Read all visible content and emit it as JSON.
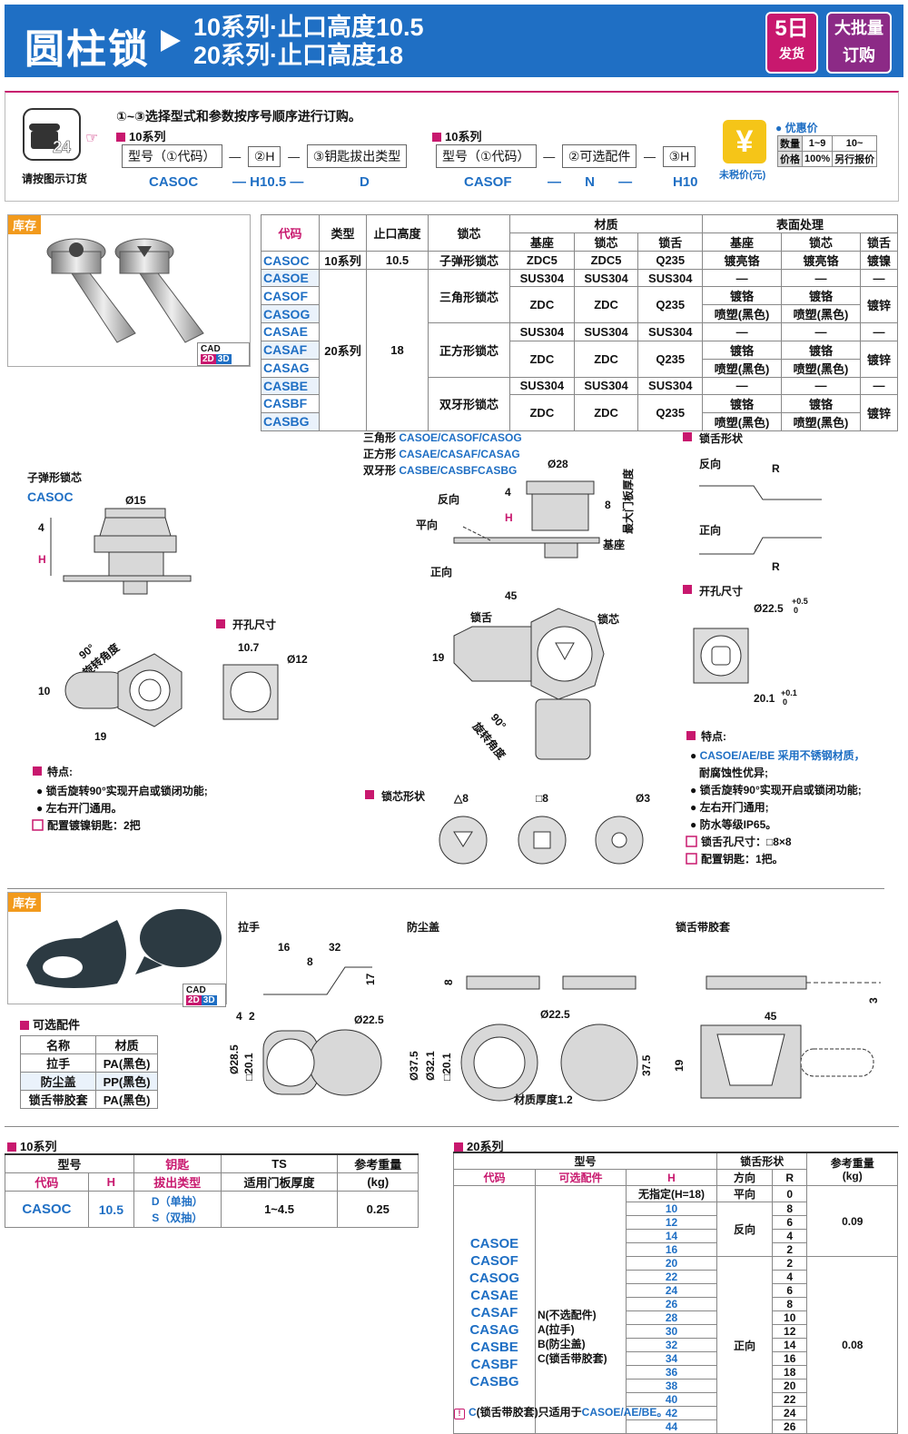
{
  "header": {
    "title": "圆柱锁",
    "sub1": "10系列·止口高度10.5",
    "sub2": "20系列·止口高度18",
    "badge5_a": "5日",
    "badge5_b": "发货",
    "badge_big_a": "大批量",
    "badge_big_b": "订购"
  },
  "order": {
    "phone_label": "请按图示订货",
    "instruction": "①~③选择型式和参数按序号顺序进行订购。",
    "s10_title": "10系列",
    "s10_boxes": [
      "型号（①代码）",
      "②H",
      "③钥匙拔出类型"
    ],
    "s10_example": [
      "CASOC",
      "H10.5",
      "D"
    ],
    "s20_title": "10系列",
    "s20_boxes": [
      "型号（①代码）",
      "②可选配件",
      "③H"
    ],
    "s20_example": [
      "CASOF",
      "N",
      "H10"
    ],
    "price_title": "优惠价",
    "price_qty": "数量",
    "price_q1": "1~9",
    "price_q2": "10~",
    "price_price": "价格",
    "price_p1": "100%",
    "price_p2": "另行报价",
    "price_tax": "未税价(元)"
  },
  "stock1": "库存",
  "cad": "CAD",
  "main_table": {
    "headers": [
      "代码",
      "类型",
      "止口高度",
      "锁芯",
      "材质",
      "表面处理"
    ],
    "sub_headers": [
      "基座",
      "锁芯",
      "锁舌",
      "基座",
      "锁芯",
      "锁舌"
    ],
    "codes": [
      "CASOC",
      "CASOE",
      "CASOF",
      "CASOG",
      "CASAE",
      "CASAF",
      "CASAG",
      "CASBE",
      "CASBF",
      "CASBG"
    ],
    "r0": [
      "10系列",
      "10.5",
      "子弹形锁芯",
      "ZDC5",
      "ZDC5",
      "Q235",
      "镀亮铬",
      "镀亮铬",
      "镀镍"
    ],
    "series20": "20系列",
    "h18": "18",
    "triangle": "三角形锁芯",
    "square": "正方形锁芯",
    "double": "双牙形锁芯",
    "sus": "SUS304",
    "zdc": "ZDC",
    "q235": "Q235",
    "dash": "—",
    "plate1": "镀铬",
    "plate2": "喷塑(黑色)",
    "zinc": "镀锌"
  },
  "drawing1": {
    "title": "子弹形锁芯",
    "code": "CASOC",
    "d15": "Ø15",
    "h4": "4",
    "H": "H",
    "angle90": "90°",
    "rot": "旋转角度",
    "d10": "10",
    "d19": "19",
    "hole": "开孔尺寸",
    "d107": "10.7",
    "d12": "Ø12",
    "feat_title": "特点:",
    "feats": [
      "锁舌旋转90°实现开启或锁闭功能;",
      "左右开门通用。"
    ],
    "note": "配置镀镍钥匙：2把"
  },
  "drawing2": {
    "types": [
      "三角形",
      "正方形",
      "双牙形"
    ],
    "type_codes": [
      "CASOE/CASOF/CASOG",
      "CASAE/CASAF/CASAG",
      "CASBE/CASBFCASBG"
    ],
    "d28": "Ø28",
    "reverse": "反向",
    "flat": "平向",
    "forward": "正向",
    "base": "基座",
    "h4": "4",
    "H": "H",
    "d8": "8",
    "maxdoor": "最大门板厚度",
    "d45": "45",
    "tongue": "锁舌",
    "core": "锁芯",
    "d19": "19",
    "angle90": "90°",
    "rot": "旋转角度",
    "core_shape": "锁芯形状",
    "tri8": "△8",
    "sq8": "□8",
    "d3": "Ø3"
  },
  "drawing3": {
    "tongue_shape": "锁舌形状",
    "reverse": "反向",
    "forward": "正向",
    "R": "R",
    "hole": "开孔尺寸",
    "d225": "Ø22.5",
    "tol1": "+0.5",
    "tol0": "0",
    "d201": "20.1",
    "tol2": "+0.1",
    "feat_title": "特点:",
    "feats": [
      "CASOE/AE/BE 采用不锈钢材质，",
      "耐腐蚀性优异;",
      "锁舌旋转90°实现开启或锁闭功能;",
      "左右开门通用;",
      "防水等级IP65。"
    ],
    "notes": [
      "锁舌孔尺寸：□8×8",
      "配置钥匙：1把。"
    ]
  },
  "stock2": "库存",
  "options": {
    "title": "可选配件",
    "h_name": "名称",
    "h_mat": "材质",
    "rows": [
      [
        "拉手",
        "PA(黑色)"
      ],
      [
        "防尘盖",
        "PP(黑色)"
      ],
      [
        "锁舌带胶套",
        "PA(黑色)"
      ]
    ]
  },
  "acc": {
    "handle": "拉手",
    "dust": "防尘盖",
    "sleeve": "锁舌带胶套",
    "h16": "16",
    "h32": "32",
    "h8": "8",
    "h17": "17",
    "h4": "4",
    "h2": "2",
    "hd225": "Ø22.5",
    "h32b": "32",
    "h285": "Ø28.5",
    "h201": "□20.1",
    "dd8": "8",
    "dd225": "Ø22.5",
    "dd375": "Ø37.5",
    "dd321": "Ø32.1",
    "dd201": "□20.1",
    "dd375b": "37.5",
    "dmat": "材质厚度1.2",
    "s3": "3",
    "s45": "45",
    "s19": "19"
  },
  "t10": {
    "title": "10系列",
    "h_model": "型号",
    "h_code": "代码",
    "h_H": "H",
    "h_key": "钥匙",
    "h_key2": "拔出类型",
    "h_ts": "TS",
    "h_ts2": "适用门板厚度",
    "h_wt": "参考重量",
    "h_wt2": "(kg)",
    "code": "CASOC",
    "H": "10.5",
    "keyD": "D（单抽）",
    "keyS": "S（双抽）",
    "ts": "1~4.5",
    "wt": "0.25"
  },
  "t20": {
    "title": "20系列",
    "h_model": "型号",
    "h_code": "代码",
    "h_opt": "可选配件",
    "h_H": "H",
    "h_shape": "锁舌形状",
    "h_dir": "方向",
    "h_R": "R",
    "h_wt": "参考重量",
    "h_wt2": "(kg)",
    "codes": [
      "CASOE",
      "CASOF",
      "CASOG",
      "CASAE",
      "CASAF",
      "CASAG",
      "CASBE",
      "CASBF",
      "CASBG"
    ],
    "opts": [
      "N(不选配件)",
      "A(拉手)",
      "B(防尘盖)",
      "C(锁舌带胶套)"
    ],
    "H_first": "无指定(H=18)",
    "H_vals": [
      "10",
      "12",
      "14",
      "16",
      "20",
      "22",
      "24",
      "26",
      "28",
      "30",
      "32",
      "34",
      "36",
      "38",
      "40",
      "42",
      "44"
    ],
    "dir_flat": "平向",
    "dir_rev": "反向",
    "dir_fwd": "正向",
    "R_vals": [
      "0",
      "8",
      "6",
      "4",
      "2",
      "2",
      "4",
      "6",
      "8",
      "10",
      "12",
      "14",
      "16",
      "18",
      "20",
      "22",
      "24",
      "26"
    ],
    "wt1": "0.09",
    "wt2": "0.08",
    "note_c": "C",
    "note": "(锁舌带胶套)只适用于",
    "note_codes": "CASOE/AE/BE。"
  }
}
